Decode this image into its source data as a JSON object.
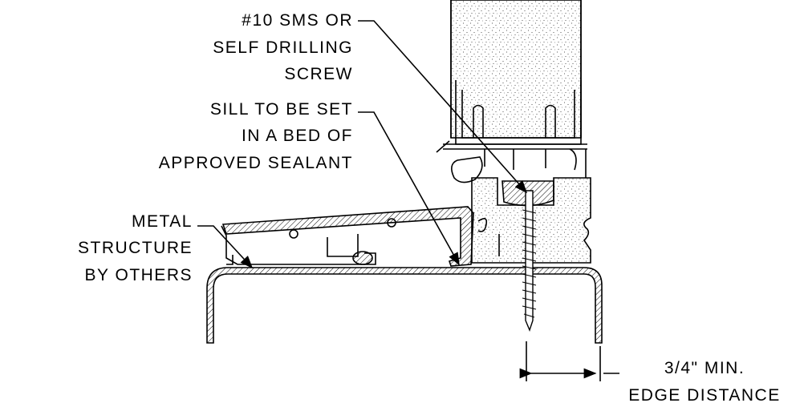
{
  "labels": {
    "screw": [
      "#10 SMS OR",
      "SELF DRILLING",
      "SCREW"
    ],
    "sealant": [
      "SILL TO BE SET",
      "IN A BED OF",
      "APPROVED SEALANT"
    ],
    "structure": [
      "METAL",
      "STRUCTURE",
      "BY OTHERS"
    ],
    "edge": [
      "3/4\" MIN.",
      "EDGE DISTANCE"
    ]
  }
}
